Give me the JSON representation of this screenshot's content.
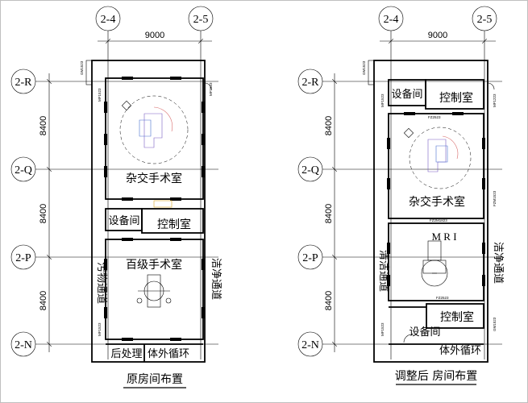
{
  "axes": {
    "col_left": "2-4",
    "col_right": "2-5",
    "rows": [
      "2-R",
      "2-Q",
      "2-P",
      "2-N"
    ]
  },
  "dims": {
    "width": "9000",
    "heights": [
      "8400",
      "8400",
      "8400"
    ]
  },
  "left_plan": {
    "caption": "原房间布置",
    "rooms": {
      "hybrid_or": "杂交手术室",
      "equipment": "设备间",
      "control": "控制室",
      "class100_or": "百级手术室",
      "dirty_corridor": "污物通道",
      "clean_corridor": "洁净通道",
      "post_process": "后处理",
      "ecmo": "体外循环"
    }
  },
  "right_plan": {
    "caption": "调整后 房间布置",
    "rooms": {
      "equipment_top": "设备间",
      "control_top": "控制室",
      "hybrid_or": "杂交手术室",
      "mri": "M R I",
      "dirty_corridor": "清洁通道",
      "clean_corridor": "洁净通道",
      "control_bottom": "控制室",
      "equipment_bottom": "设备间",
      "ecmo": "体外循环"
    }
  },
  "tags": {
    "door_a": "GM1523",
    "door_b": "MF1523",
    "door_c": "FZ2523",
    "door_d": "FZM1523",
    "door_e": "FZ2M1823",
    "door_f": "MF1223"
  }
}
